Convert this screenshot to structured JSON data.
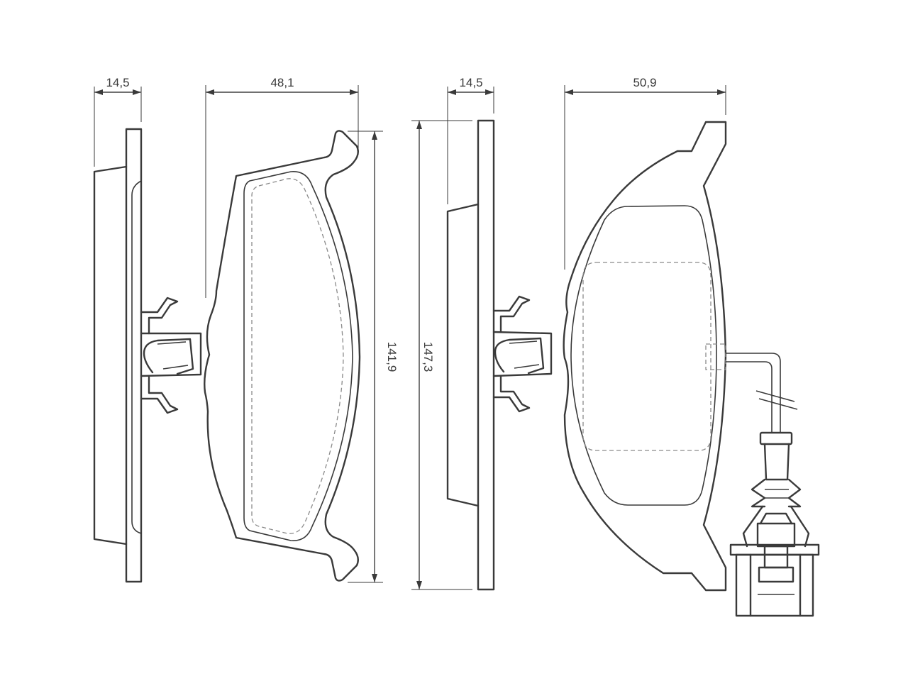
{
  "drawing": {
    "dimensions": {
      "left_side_thickness": "14,5",
      "left_pad_width": "48,1",
      "left_pad_height": "141,9",
      "right_pad_height": "147,3",
      "right_side_thickness": "14,5",
      "right_pad_width": "50,9"
    }
  }
}
